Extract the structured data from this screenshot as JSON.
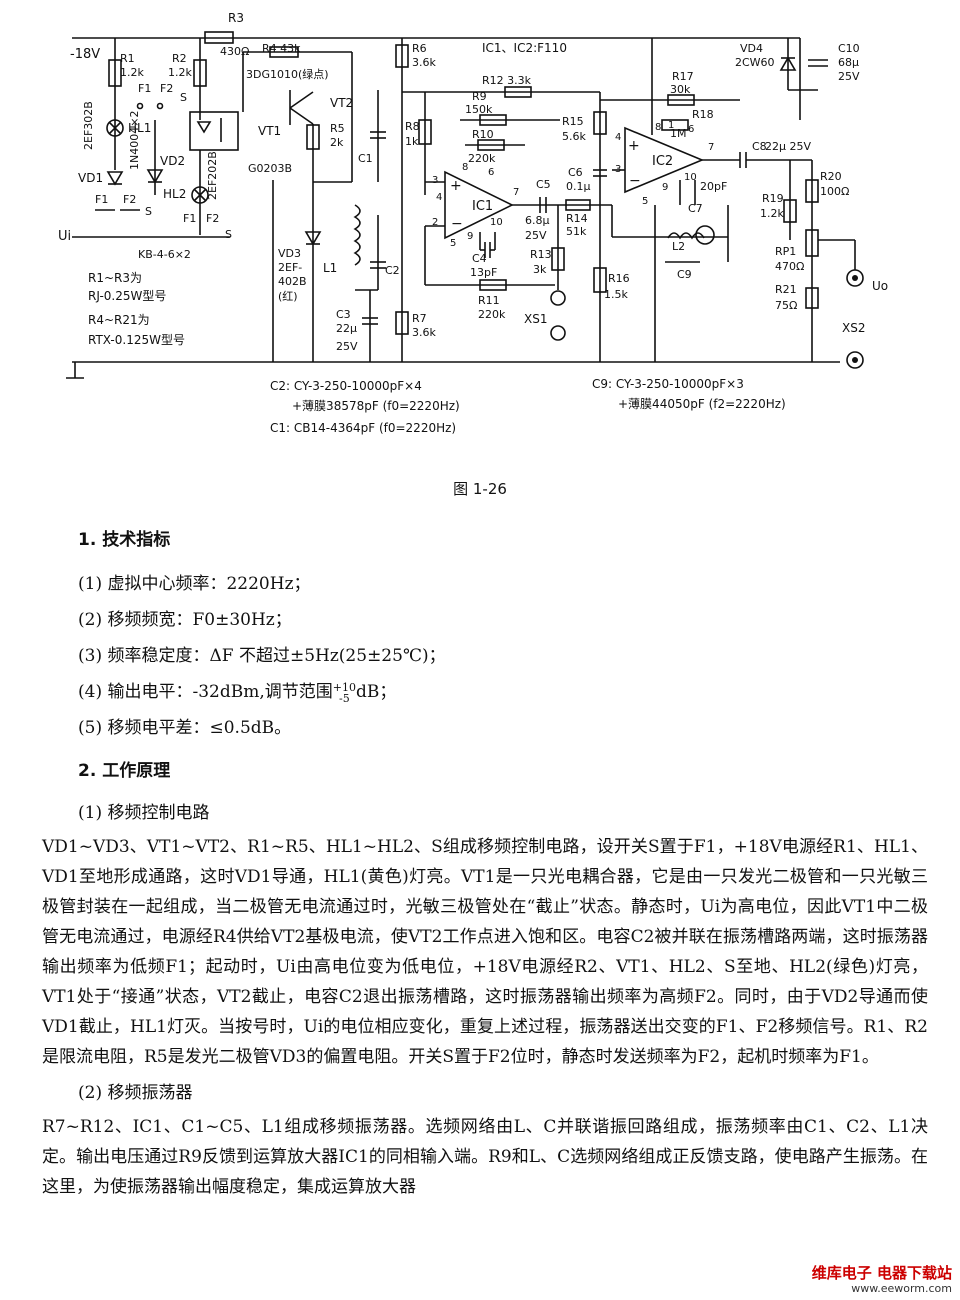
{
  "schematic": {
    "labels": {
      "supply": "-18V",
      "r3": "R3",
      "r3v": "430Ω",
      "r1": "R1",
      "r1v": "1.2k",
      "r2": "R2",
      "r2v": "1.2k",
      "r4": "R4 43k",
      "r6": "R6",
      "r6v": "3.6k",
      "ic_note": "IC1、IC2:F110",
      "vt2_type": "3DG1010(绿点)",
      "vt2": "VT2",
      "vt1": "VT1",
      "hl1": "HL1",
      "hl2": "HL2",
      "vd1": "VD1",
      "vd2": "VD2",
      "vd1_type": "2EF302B",
      "vd2_type": "2EF202B",
      "diode_type": "1N4004×2",
      "f1": "F1",
      "f2": "F2",
      "s": "S",
      "g0203b": "G0203B",
      "r5": "R5",
      "r5v": "2k",
      "c1": "C1",
      "r8": "R8",
      "r8v": "1k",
      "r9": "R9",
      "r9v": "150k",
      "r10": "R10",
      "r10v": "220k",
      "r12": "R12 3.3k",
      "r15": "R15",
      "r15v": "5.6k",
      "r17": "R17",
      "r17v": "30k",
      "r18": "R18",
      "vd4": "VD4",
      "vd4v": "2CW60",
      "c10": "C10",
      "c10v1": "68μ",
      "c10v2": "25V",
      "ic1": "IC1",
      "ic2": "IC2",
      "c5": "C5",
      "c5v1": "6.8μ",
      "c5v2": "25V",
      "r14": "R14",
      "r14v": "51k",
      "c6": "C6",
      "c6v": "0.1μ",
      "c4": "C4",
      "c4v": "13pF",
      "r11": "R11",
      "r11v": "220k",
      "r13": "R13",
      "r13v": "3k",
      "r16": "R16",
      "r16v": "1.5k",
      "c8": "C8",
      "c8v": "22μ 25V",
      "r19": "R19",
      "r19v": "1.2k",
      "r20": "R20",
      "r20v": "100Ω",
      "rp1": "RP1",
      "rp1v": "470Ω",
      "r21": "R21",
      "r21v": "75Ω",
      "c7": "C7",
      "c7v": "20pF",
      "l2": "L2",
      "c9": "C9",
      "vd3": "VD3",
      "vd3t1": "2EF-",
      "vd3t2": "402B",
      "vd3t3": "(红)",
      "l1": "L1",
      "c2": "C2",
      "c3": "C3",
      "c3v1": "22μ",
      "c3v2": "25V",
      "r7": "R7",
      "r7v": "3.6k",
      "ui": "Ui",
      "kb": "KB-4-6×2",
      "note1": "R1~R3为",
      "note2": "RJ-0.25W型号",
      "note3": "R4~R21为",
      "note4": "RTX-0.125W型号",
      "xs1": "XS1",
      "xs2": "XS2",
      "uo": "Uo",
      "pin8": "8",
      "pin6": "6",
      "pin2": "2",
      "pin3": "3",
      "pin4": "4",
      "pin7": "7",
      "pin1": "1",
      "pin5": "5",
      "pin9": "9",
      "pin10": "10",
      "r1m": "1M"
    },
    "notes": {
      "c2_line": "C2: CY-3-250-10000pF×4",
      "c2_line2": "+薄膜38578pF (f0=2220Hz)",
      "c1_line": "C1: CB14-4364pF (f0=2220Hz)",
      "c9_line": "C9: CY-3-250-10000pF×3",
      "c9_line2": "+薄膜44050pF (f2=2220Hz)"
    }
  },
  "figure_caption": "图 1-26",
  "section1": {
    "heading": "1. 技术指标",
    "items": [
      "(1) 虚拟中心频率：2220Hz；",
      "(2) 移频频宽：F0±30Hz；",
      "(3) 频率稳定度：ΔF 不超过±5Hz(25±25℃)；",
      "(4) 输出电平：-32dBm,调节范围",
      "(5) 移频电平差：≤0.5dB。"
    ],
    "item4_upper": "+10",
    "item4_lower": "-5",
    "item4_unit": "dB；"
  },
  "section2": {
    "heading": "2. 工作原理",
    "sub1": "(1) 移频控制电路",
    "para1": "VD1~VD3、VT1~VT2、R1~R5、HL1~HL2、S组成移频控制电路，设开关S置于F1，+18V电源经R1、HL1、VD1至地形成通路，这时VD1导通，HL1(黄色)灯亮。VT1是一只光电耦合器，它是由一只发光二极管和一只光敏三极管封装在一起组成，当二极管无电流通过时，光敏三极管处在“截止”状态。静态时，Ui为高电位，因此VT1中二极管无电流通过，电源经R4供给VT2基极电流，使VT2工作点进入饱和区。电容C2被并联在振荡槽路两端，这时振荡器输出频率为低频F1；起动时，Ui由高电位变为低电位，+18V电源经R2、VT1、HL2、S至地、HL2(绿色)灯亮，VT1处于“接通”状态，VT2截止，电容C2退出振荡槽路，这时振荡器输出频率为高频F2。同时，由于VD2导通而使VD1截止，HL1灯灭。当按号时，Ui的电位相应变化，重复上述过程，振荡器送出交变的F1、F2移频信号。R1、R2是限流电阻，R5是发光二极管VD3的偏置电阻。开关S置于F2位时，静态时发送频率为F2，起机时频率为F1。",
    "sub2": "(2) 移频振荡器",
    "para2": "R7~R12、IC1、C1~C5、L1组成移频振荡器。选频网络由L、C并联谐振回路组成，振荡频率由C1、C2、L1决定。输出电压通过R9反馈到运算放大器IC1的同相输入端。R9和L、C选频网络组成正反馈支路，使电路产生振荡。在这里，为使振荡器输出幅度稳定，集成运算放大器"
  },
  "watermark": {
    "brand": "维库电子 电器下载站",
    "url": "www.eeworm.com"
  }
}
